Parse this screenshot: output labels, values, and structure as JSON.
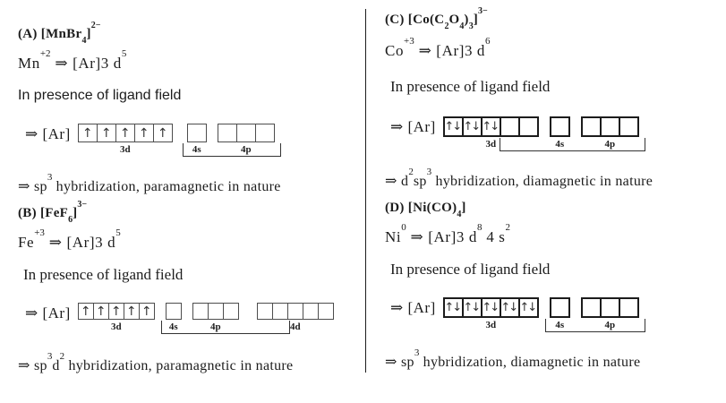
{
  "page": {
    "background": "#ffffff",
    "text_color": "#1c1c1c",
    "box_border_color": "#4d4d4d",
    "divider_color": "#1c1c1c"
  },
  "sections": [
    {
      "id": "A",
      "title": "(A) [MnBr_{4}]^{2−}",
      "config": "Mn^{+2} ⇒ [Ar]3 d^{5}",
      "note": "In presence of ligand field",
      "diagram": {
        "prefix": "⇒ [Ar]",
        "groups": [
          {
            "label": "3d",
            "boxes": [
              "up",
              "up",
              "up",
              "up",
              "up"
            ]
          },
          {
            "label": "4s",
            "boxes": [
              "empty"
            ]
          },
          {
            "label": "4p",
            "boxes": [
              "empty",
              "empty",
              "empty"
            ]
          }
        ],
        "bracket": {
          "from_group": 1,
          "from_box": 0,
          "to_group": 2,
          "to_box": 2
        }
      },
      "conclusion": "⇒ sp^{3} hybridization, paramagnetic in nature"
    },
    {
      "id": "B",
      "title": "(B) [FeF_{6}]^{3−}",
      "config": "Fe^{+3} ⇒ [Ar]3 d^{5}",
      "note": "In presence of ligand field",
      "diagram": {
        "prefix": "⇒ [Ar]",
        "groups": [
          {
            "label": "3d",
            "boxes": [
              "up",
              "up",
              "up",
              "up",
              "up"
            ]
          },
          {
            "label": "4s",
            "boxes": [
              "empty"
            ]
          },
          {
            "label": "4p",
            "boxes": [
              "empty",
              "empty",
              "empty"
            ]
          },
          {
            "label": "4d",
            "boxes": [
              "empty",
              "empty",
              "empty",
              "empty",
              "empty"
            ]
          }
        ],
        "bracket": {
          "from_group": 1,
          "from_box": 0,
          "to_group": 3,
          "to_box": 1
        }
      },
      "conclusion": "⇒ sp^{3}d^{2} hybridization, paramagnetic in nature"
    },
    {
      "id": "C",
      "title": "(C) [Co(C_{2}O_{4})_{3}]^{3−}",
      "config": "Co^{+3} ⇒ [Ar]3 d^{6}",
      "note": "In presence of ligand field",
      "diagram": {
        "prefix": "⇒ [Ar]",
        "groups": [
          {
            "label": "3d",
            "boxes": [
              "pair",
              "pair",
              "pair",
              "empty",
              "empty"
            ]
          },
          {
            "label": "4s",
            "boxes": [
              "empty"
            ]
          },
          {
            "label": "4p",
            "boxes": [
              "empty",
              "empty",
              "empty"
            ]
          }
        ],
        "bracket": {
          "from_group": 0,
          "from_box": 3,
          "to_group": 2,
          "to_box": 2
        }
      },
      "conclusion": "⇒ d^{2}sp^{3} hybridization, diamagnetic in nature"
    },
    {
      "id": "D",
      "title": "(D) [Ni(CO)_{4}]",
      "config": "Ni^{0} ⇒ [Ar]3 d^{8} 4 s^{2}",
      "note": "In presence of ligand field",
      "diagram": {
        "prefix": "⇒ [Ar]",
        "groups": [
          {
            "label": "3d",
            "boxes": [
              "pair",
              "pair",
              "pair",
              "pair",
              "pair"
            ]
          },
          {
            "label": "4s",
            "boxes": [
              "empty"
            ]
          },
          {
            "label": "4p",
            "boxes": [
              "empty",
              "empty",
              "empty"
            ]
          }
        ],
        "bracket": {
          "from_group": 1,
          "from_box": 0,
          "to_group": 2,
          "to_box": 2
        }
      },
      "conclusion": "⇒ sp^{3} hybridization, diamagnetic in nature"
    }
  ]
}
